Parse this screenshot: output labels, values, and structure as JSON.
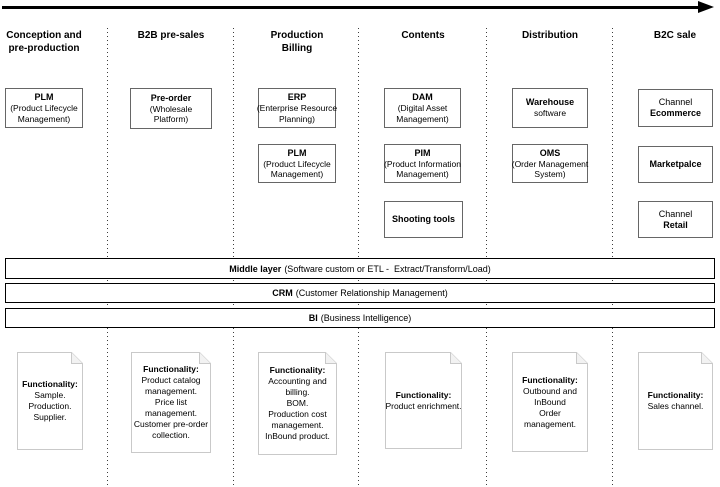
{
  "colors": {
    "background": "#ffffff",
    "arrow": "#000000",
    "box_border": "#666666",
    "bar_border": "#000000",
    "note_border": "#c9c9c9",
    "text": "#000000"
  },
  "columns": [
    {
      "id": "conception-pre-production",
      "header_lines": [
        "Conception and",
        "pre-production"
      ],
      "boxes": [
        {
          "title": "PLM",
          "sub_lines": [
            "(Product Lifecycle",
            "Management)"
          ]
        }
      ],
      "note": {
        "label": "Functionality:",
        "lines": [
          "Sample.",
          "Production.",
          "Supplier."
        ]
      }
    },
    {
      "id": "b2b-pre-sales",
      "header_lines": [
        "B2B pre-sales"
      ],
      "boxes": [
        {
          "title": "Pre-order",
          "sub_lines": [
            "(Wholesale",
            "Platform)"
          ]
        }
      ],
      "note": {
        "label": "Functionality:",
        "lines": [
          "Product catalog",
          "management.",
          "Price list",
          "management.",
          "Customer pre-order",
          "collection."
        ]
      }
    },
    {
      "id": "production-billing",
      "header_lines": [
        "Production",
        "Billing"
      ],
      "boxes": [
        {
          "title": "ERP",
          "sub_lines": [
            "(Enterprise Resource",
            "Planning)"
          ]
        },
        {
          "title": "PLM",
          "sub_lines": [
            "(Product Lifecycle",
            "Management)"
          ]
        }
      ],
      "note": {
        "label": "Functionality:",
        "lines": [
          "Accounting and",
          "billing.",
          "BOM.",
          "Production cost",
          "management.",
          "InBound product."
        ]
      }
    },
    {
      "id": "contents",
      "header_lines": [
        "Contents"
      ],
      "boxes": [
        {
          "title": "DAM",
          "sub_lines": [
            "(Digital Asset",
            "Management)"
          ]
        },
        {
          "title": "PIM",
          "sub_lines": [
            "(Product Information",
            "Management)"
          ]
        },
        {
          "title": "Shooting tools",
          "sub_lines": []
        }
      ],
      "note": {
        "label": "Functionality:",
        "lines": [
          "Product enrichment."
        ]
      }
    },
    {
      "id": "distribution",
      "header_lines": [
        "Distribution"
      ],
      "boxes": [
        {
          "title": "Warehouse",
          "sub_lines": [
            "software"
          ]
        },
        {
          "title": "OMS",
          "sub_lines": [
            "(Order Management",
            "System)"
          ]
        }
      ],
      "note": {
        "label": "Functionality:",
        "lines": [
          "Outbound and",
          "InBound",
          "Order management."
        ]
      }
    },
    {
      "id": "b2c-sale",
      "header_lines": [
        "B2C sale"
      ],
      "boxes": [
        {
          "pre": "Channel",
          "title": "Ecommerce"
        },
        {
          "title": "Marketpalce"
        },
        {
          "pre": "Channel",
          "title": "Retail"
        }
      ],
      "note": {
        "label": "Functionality:",
        "lines": [
          "Sales channel."
        ]
      }
    }
  ],
  "layers": [
    {
      "name": "Middle layer",
      "desc": "(Software custom or ETL -  Extract/Transform/Load)"
    },
    {
      "name": "CRM",
      "desc": "(Customer Relationship Management)"
    },
    {
      "name": "BI",
      "desc": "(Business Intelligence)"
    }
  ]
}
